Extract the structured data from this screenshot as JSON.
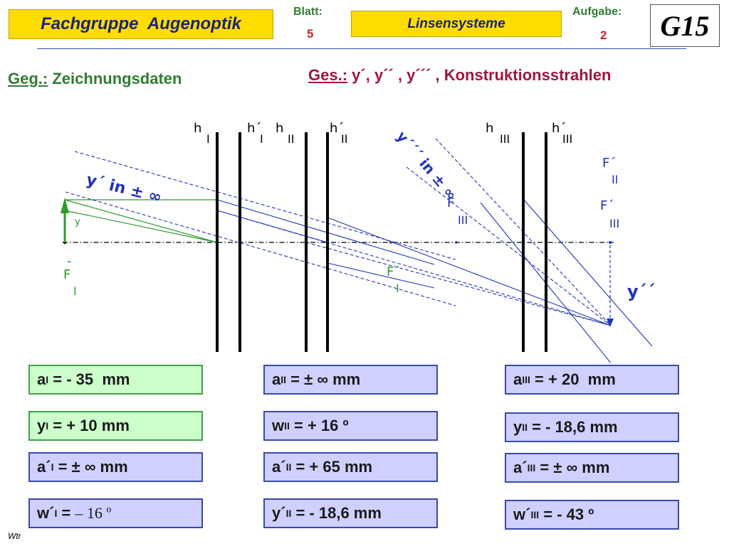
{
  "header": {
    "title": "Fachgruppe  Augenoptik",
    "sheet_label": "Blatt:",
    "sheet_number": "5",
    "topic": "Linsensysteme",
    "task_label": "Aufgabe:",
    "task_number": "2",
    "logo_text": "G15"
  },
  "given": {
    "label": "Geg.:",
    "text": "Zeichnungsdaten"
  },
  "sought": {
    "label": "Ges.:",
    "text": "y´, y´´ , y´´´ , Konstruktionsstrahlen"
  },
  "diagram": {
    "labels": {
      "h1": "h",
      "h1_sub": "I",
      "h1p": "h´",
      "h1p_sub": "I",
      "h2": "h",
      "h2_sub": "II",
      "h2p": "h´",
      "h2p_sub": "II",
      "h3": "h",
      "h3_sub": "III",
      "h3p": "h´",
      "h3p_sub": "III",
      "y": "y",
      "f1": "F",
      "f1_bar": "-",
      "f1_sub": "I",
      "f1p": "F´",
      "f1p_sub": "I",
      "f2p": "F´",
      "f2p_sub": "II",
      "f3": "F",
      "f3_sub": "III",
      "f3p": "F´",
      "f3p_sub": "III",
      "y_prime_inf": "y´ in ± ∞",
      "y_pp_inf": "y´´´ in ± ∞",
      "y_pp": "y´´"
    },
    "colors": {
      "green": "#2e9a2e",
      "blue": "#2233bb",
      "lens": "#000000"
    }
  },
  "values": {
    "a1": {
      "sym": "a",
      "sub": "I",
      "rest": " = - 35  mm"
    },
    "a2": {
      "sym": "a",
      "sub": "II",
      "rest": " = ± ∞ mm"
    },
    "a3": {
      "sym": "a",
      "sub": "III",
      "rest": " = + 20  mm"
    },
    "y1": {
      "sym": "y",
      "sub": "I",
      "rest": " = + 10 mm"
    },
    "w2": {
      "sym": "w",
      "sub": "II",
      "rest": " = + 16 º"
    },
    "y2": {
      "sym": "y",
      "sub": "II",
      "rest": " = - 18,6 mm"
    },
    "a1p": {
      "sym": "a´",
      "sub": "I",
      "rest": " = ± ∞ mm"
    },
    "a2p": {
      "sym": "a´",
      "sub": "II",
      "rest": " = + 65 mm"
    },
    "a3p": {
      "sym": "a´",
      "sub": "III",
      "rest": " = ± ∞ mm"
    },
    "w1p": {
      "sym": "w´",
      "sub": "I",
      "rest": " = ",
      "serif": "– 16 º"
    },
    "y2p": {
      "sym": "y´",
      "sub": "II",
      "rest": " = - 18,6 mm"
    },
    "w3p": {
      "sym": "w´",
      "sub": "III",
      "rest": " = - 43 º"
    }
  },
  "footer": {
    "author": "Wtr"
  }
}
